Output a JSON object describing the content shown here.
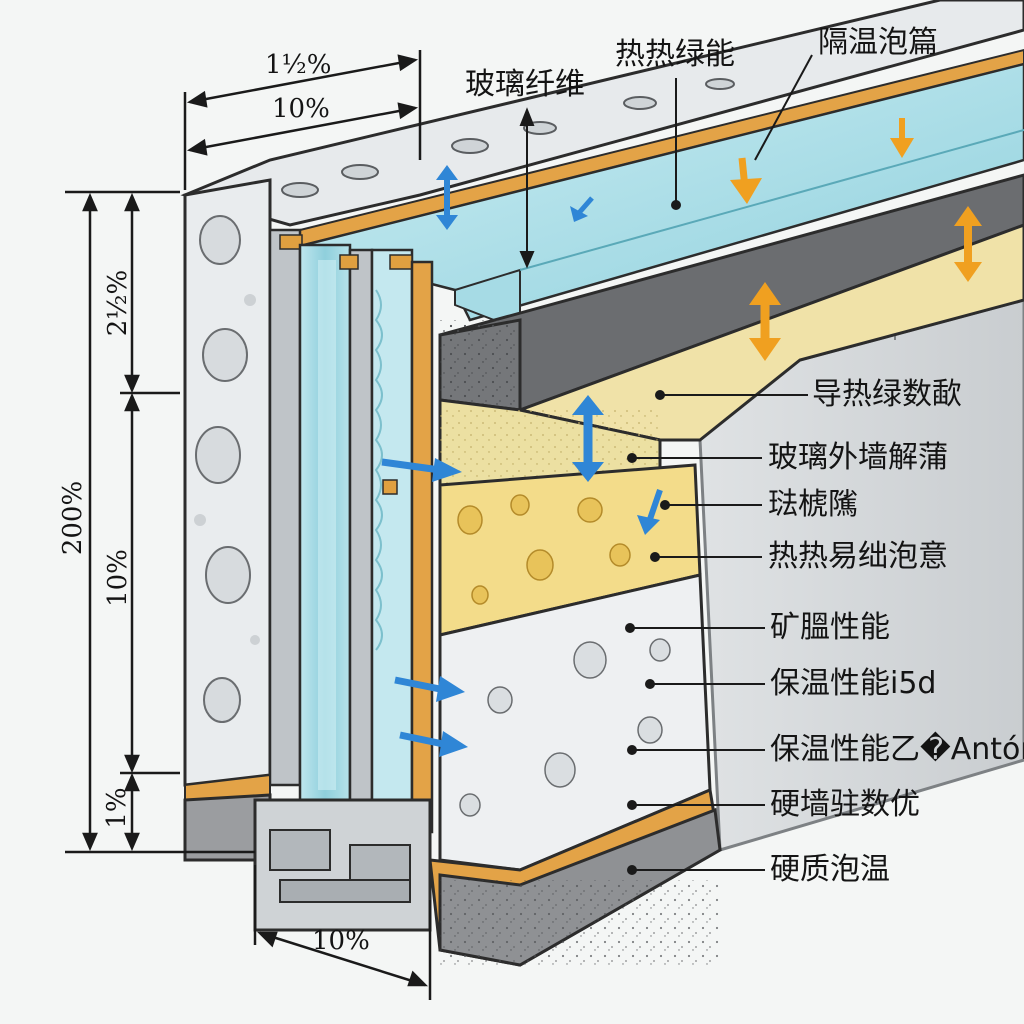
{
  "top_labels": {
    "glass_fiber": "玻璃纤维",
    "thermal_green": "热热绿能",
    "insulation_foam": "隔温泡篇"
  },
  "right_labels": [
    "导热绿数歃",
    "玻璃外墙解蒲",
    "琺椃隲",
    "热热易绌泡意",
    "矿膃性能",
    "保温性能і5d",
    "保温性能乙�António",
    "硬墙驻数优",
    "硬质泡温"
  ],
  "dimensions": {
    "top_outer": "1½%",
    "top_inner": "10%",
    "left_total": "200%",
    "left_upper": "2½%",
    "left_middle": "10%",
    "left_lower": "1%",
    "bottom": "10%"
  },
  "colors": {
    "background": "#f4f6f5",
    "glass": "#9fd6e0",
    "frame_orange": "#e0a040",
    "concrete": "#6e7073",
    "yellow_insulation": "#efe3a6",
    "foam_white": "#eceef0",
    "arrow_blue": "#2f86d6",
    "arrow_orange": "#f0a020"
  },
  "icons": [
    "double-arrow-blue-icon",
    "double-arrow-orange-icon",
    "flow-arrow-blue-icon"
  ]
}
